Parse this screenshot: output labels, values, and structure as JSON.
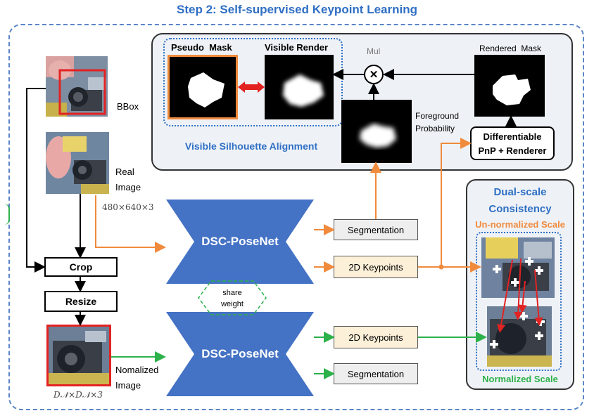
{
  "title": "Step 2: Self-supervised Keypoint Learning",
  "vsa": {
    "title": "Visible Silhouette Alignment",
    "pseudo_mask": "Pseudo  Mask",
    "visible_render": "Visible Render",
    "mul": "Mul",
    "mul_symbol": "✕",
    "rendered_mask": "Rendered  Mask",
    "foreground_prob": "Foreground\nProbability",
    "pnp_line1": "Differentiable",
    "pnp_line2": "PnP + Renderer"
  },
  "inputs": {
    "bbox": "BBox",
    "real_image": "Real\nImage",
    "real_dims": "480×640×3",
    "normalized_image": "Nomalized\nImage",
    "norm_dims": "D𝒩×D𝒩×3"
  },
  "ops": {
    "crop": "Crop",
    "resize": "Resize"
  },
  "networks": {
    "top": "DSC-PoseNet",
    "bottom": "DSC-PoseNet",
    "share": "share\nweight"
  },
  "outputs": {
    "seg_top": "Segmentation",
    "kp_top": "2D Keypoints",
    "kp_bottom": "2D Keypoints",
    "seg_bottom": "Segmentation"
  },
  "dual_scale": {
    "title": "Dual-scale\nConsistency",
    "unnormalized": "Un-normalized Scale",
    "normalized": "Normalized Scale"
  },
  "colors": {
    "blue_title": "#2f6fc4",
    "orange": "#f08a3c",
    "green": "#2db14a",
    "network": "#4472c4",
    "red": "#e32222"
  }
}
